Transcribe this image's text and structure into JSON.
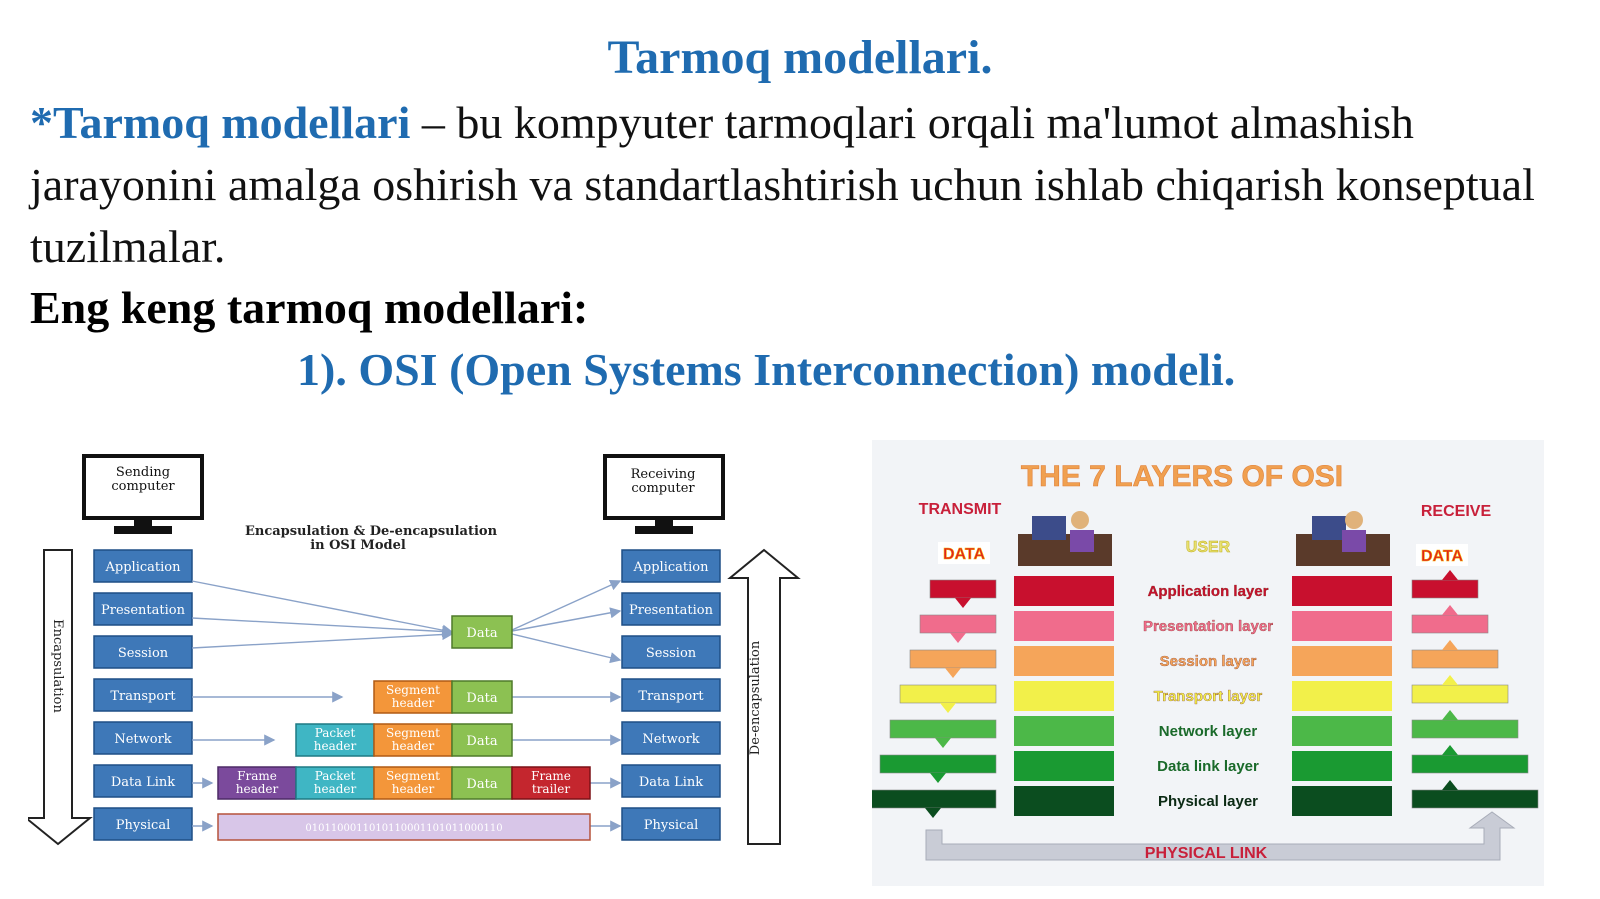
{
  "slide": {
    "title": "Tarmoq modellari.",
    "definition_term": "*Tarmoq modellari",
    "definition_rest": " – bu kompyuter tarmoqlari orqali ma'lumot almashish jarayonini amalga oshirish va standartlashtirish uchun ishlab chiqarish konseptual tuzilmalar.",
    "subheading": "Eng keng tarmoq modellari:",
    "model_1": "1). OSI (Open Systems Interconnection) modeli."
  },
  "left_figure": {
    "sending": [
      "Sending",
      "computer"
    ],
    "receiving": [
      "Receiving",
      "computer"
    ],
    "heading": [
      "Encapsulation & De-encapsulation",
      "in OSI Model"
    ],
    "encap_label": "Encapsulation",
    "decap_label": "De-encapsulation",
    "layers": [
      "Application",
      "Presentation",
      "Session",
      "Transport",
      "Network",
      "Data Link",
      "Physical"
    ],
    "data": "Data",
    "segment_header": [
      "Segment",
      "header"
    ],
    "packet_header": [
      "Packet",
      "header"
    ],
    "frame_header": [
      "Frame",
      "header"
    ],
    "frame_trailer": [
      "Frame",
      "trailer"
    ],
    "bits": "0101100011010110001101011000110"
  },
  "right_figure": {
    "title": "THE 7 LAYERS OF OSI",
    "transmit": "TRANSMIT",
    "receive": "RECEIVE",
    "data_left": "DATA",
    "data_right": "DATA",
    "user": "USER",
    "layers": [
      "Application layer",
      "Presentation layer",
      "Session layer",
      "Transport layer",
      "Network layer",
      "Data link layer",
      "Physical layer"
    ],
    "physical_link": "PHYSICAL LINK",
    "colors": [
      "#c8102e",
      "#f06c8c",
      "#f5a55a",
      "#f2f04a",
      "#4cb848",
      "#1a9a32",
      "#0b4d1f"
    ]
  }
}
